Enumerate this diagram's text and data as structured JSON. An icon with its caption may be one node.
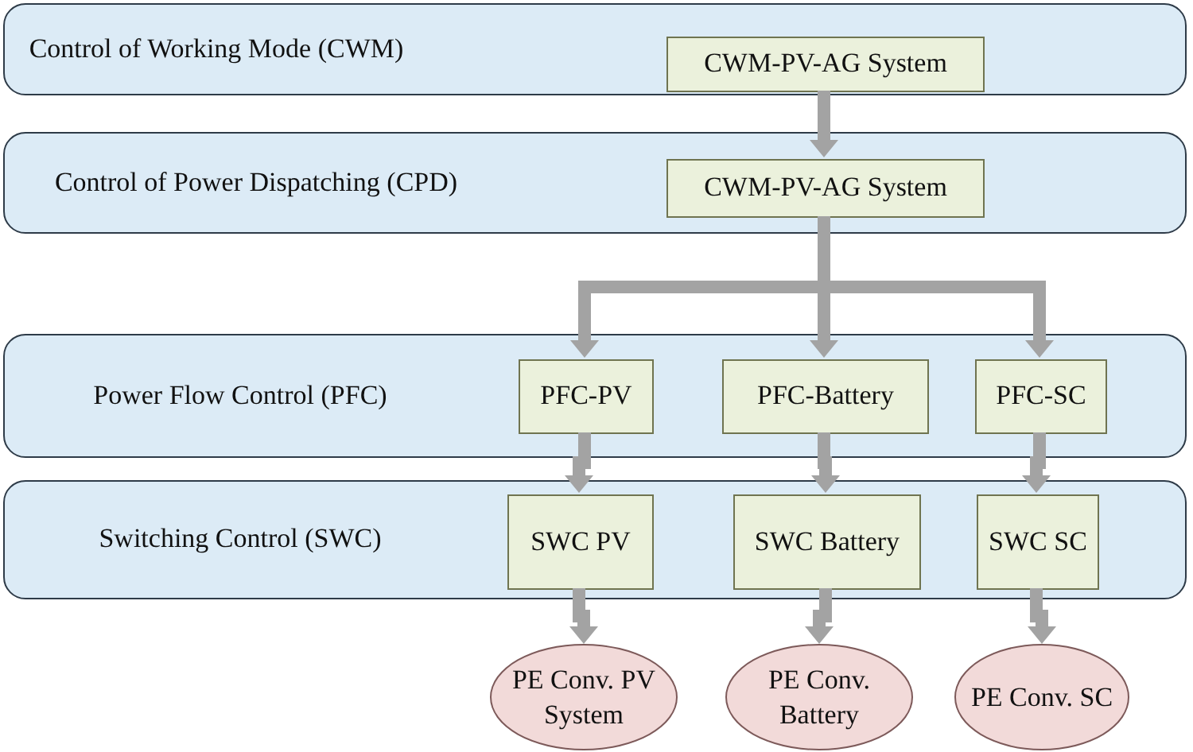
{
  "diagram": {
    "nodes": [
      {
        "text": [
          "Control of Working Mode (CWM)"
        ]
      },
      {
        "text": [
          "CWM-PV-AG System"
        ],
        "in": 0
      },
      {
        "text": [
          "Control of Power Dispatching (CPD)"
        ]
      },
      {
        "text": [
          "CWM-PV-AG System"
        ],
        "in": 2
      },
      {
        "text": [
          "Power Flow Control (PFC)"
        ]
      },
      {
        "text": [
          "PFC-PV"
        ],
        "in": 4
      },
      {
        "text": [
          "PFC-Battery"
        ],
        "in": 4
      },
      {
        "text": [
          "PFC-SC"
        ],
        "in": 4
      },
      {
        "text": [
          "Switching Control (SWC)"
        ]
      },
      {
        "text": [
          "SWC PV"
        ],
        "in": 8
      },
      {
        "text": [
          "SWC Battery"
        ],
        "in": 8
      },
      {
        "text": [
          "SWC SC"
        ],
        "in": 8
      },
      {
        "text": [
          "PE Conv. PV System"
        ]
      },
      {
        "text": [
          "PE Conv. Battery"
        ]
      },
      {
        "text": [
          "PE Conv. SC"
        ]
      }
    ],
    "edges": [
      {
        "from": 1,
        "to": 3,
        "arrow": "to"
      },
      {
        "from": 3,
        "to": 5,
        "arrow": "to"
      },
      {
        "from": 3,
        "to": 6,
        "arrow": "to"
      },
      {
        "from": 3,
        "to": 7,
        "arrow": "to"
      },
      {
        "from": 5,
        "to": 9,
        "arrow": "to"
      },
      {
        "from": 6,
        "to": 10,
        "arrow": "to"
      },
      {
        "from": 7,
        "to": 11,
        "arrow": "to"
      },
      {
        "from": 9,
        "to": 12,
        "arrow": "to"
      },
      {
        "from": 10,
        "to": 13,
        "arrow": "to"
      },
      {
        "from": 11,
        "to": 14,
        "arrow": "to"
      }
    ]
  }
}
